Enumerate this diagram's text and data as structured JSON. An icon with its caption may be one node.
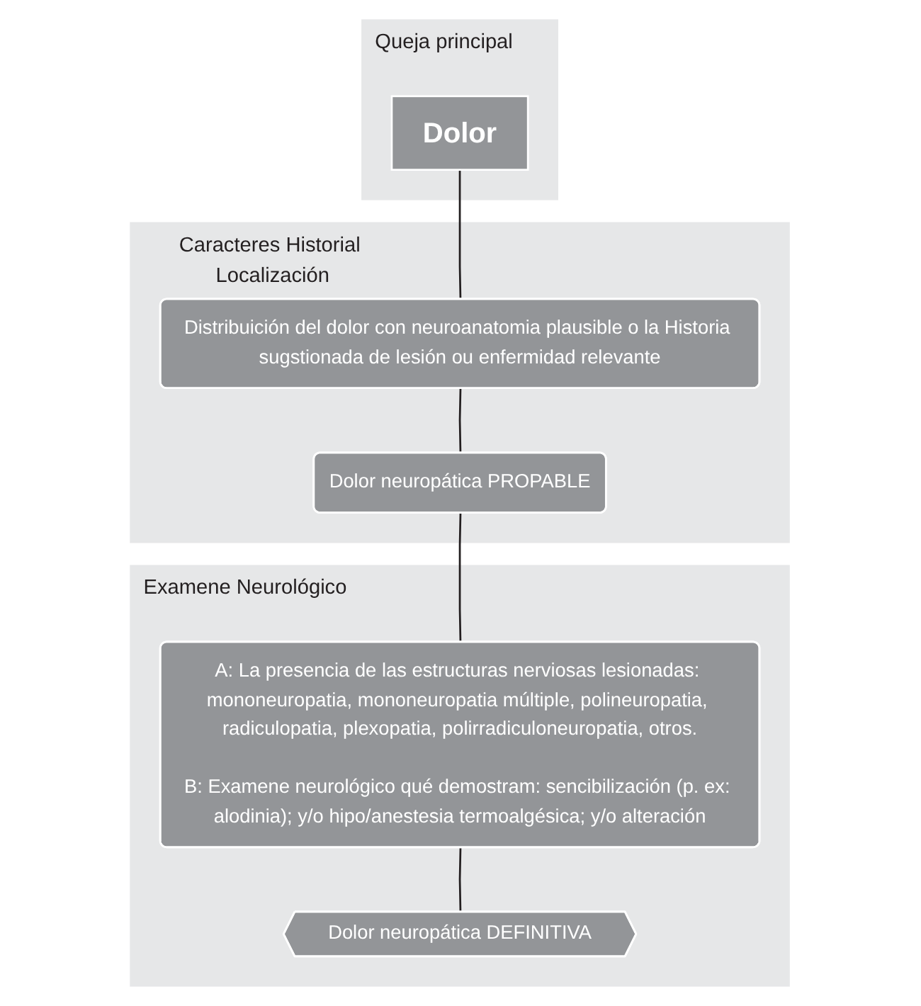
{
  "diagram": {
    "nodes": [
      {
        "text": [
          "Queja principal"
        ]
      },
      {
        "text": [
          "Dolor"
        ],
        "in": 0
      },
      {
        "text": [
          "Caracteres Historial Localización"
        ]
      },
      {
        "text": [
          "Distribuición del dolor con neuroanatomia plausible o la Historia sugstionada de lesión ou enfermidad relevante"
        ],
        "in": 2
      },
      {
        "text": [
          "Dolor neuropática PROPABLE"
        ],
        "in": 2
      },
      {
        "text": [
          "Examene Neurológico"
        ]
      },
      {
        "text": [
          "A: La presencia de las estructuras nerviosas lesionadas: mononeuropatia, mononeuropatia múltiple, polineuropatia, radiculopatia, plexopatia, polirradiculoneuropatia, otros.",
          "B: Examene neurológico qué demostram: sencibilización (p. ex: alodinia); y/o hipo/anestesia termoalgésica; y/o alteración"
        ],
        "in": 5
      },
      {
        "text": [
          "Dolor neuropática DEFINITIVA"
        ],
        "in": 5
      }
    ],
    "edges": [
      {
        "from": 1,
        "to": 3,
        "arrow": "none"
      },
      {
        "from": 3,
        "to": 4,
        "arrow": "none"
      },
      {
        "from": 4,
        "to": 6,
        "arrow": "none"
      },
      {
        "from": 6,
        "to": 7,
        "arrow": "none"
      }
    ]
  }
}
